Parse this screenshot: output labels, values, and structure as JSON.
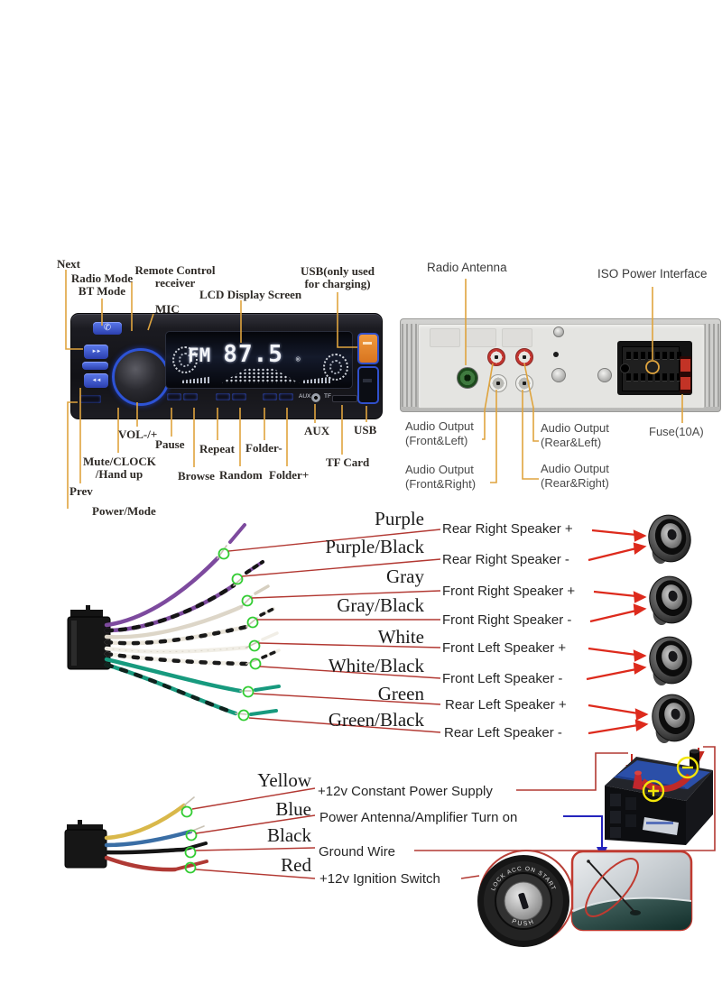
{
  "palette": {
    "leader_tan": "#DFA43E",
    "leader_red": "#B23832",
    "arrow_red": "#DD2A1C",
    "antenna_line_blue": "#2424BD",
    "tip_circle_green": "#33CC33",
    "wire_purple": "#7D4A9E",
    "wire_gray": "#DDD6C8",
    "wire_white": "#F1EEE6",
    "wire_green": "#179A7E",
    "wire_yellow": "#D9B84A",
    "wire_blue": "#3A6EA5",
    "wire_black": "#151515",
    "wire_red": "#B03A35",
    "usb_orange": "#E8872A",
    "button_blue": "#3D5BD6"
  },
  "front_panel": {
    "display": {
      "band": "FM",
      "frequency": "87.5",
      "reg": "®"
    },
    "markings": {
      "aux": "AUX",
      "tf": "TF"
    },
    "labels": {
      "next": "Next",
      "radio_mode_1": "Radio Mode",
      "radio_mode_2": "BT Mode",
      "remote_1": "Remote Control",
      "remote_2": "receiver",
      "lcd": "LCD Display Screen",
      "mic": "MIC",
      "usb_charging_1": "USB(only used",
      "usb_charging_2": "for charging)",
      "vol": "VOL-/+",
      "pause": "Pause",
      "repeat": "Repeat",
      "folder_minus": "Folder-",
      "aux": "AUX",
      "usb": "USB",
      "mute_1": "Mute/CLOCK",
      "mute_2": "/Hand up",
      "browse": "Browse",
      "random": "Random",
      "folder_plus": "Folder+",
      "tf_card": "TF Card",
      "prev": "Prev",
      "power_mode": "Power/Mode"
    }
  },
  "rear_panel": {
    "labels": {
      "radio_antenna": "Radio Antenna",
      "iso_power": "ISO Power Interface",
      "fuse": "Fuse(10A)",
      "audio_fl_1": "Audio Output",
      "audio_fl_2": "(Front&Left)",
      "audio_rl_1": "Audio Output",
      "audio_rl_2": "(Rear&Left)",
      "audio_fr_1": "Audio Output",
      "audio_fr_2": "(Front&Right)",
      "audio_rr_1": "Audio Output",
      "audio_rr_2": "(Rear&Right)"
    }
  },
  "speaker_wiring": {
    "rows": [
      {
        "wire": "Purple",
        "function": "Rear Right Speaker +"
      },
      {
        "wire": "Purple/Black",
        "function": "Rear Right Speaker -"
      },
      {
        "wire": "Gray",
        "function": "Front Right Speaker +"
      },
      {
        "wire": "Gray/Black",
        "function": "Front Right Speaker -"
      },
      {
        "wire": "White",
        "function": "Front Left Speaker +"
      },
      {
        "wire": "White/Black",
        "function": "Front Left Speaker -"
      },
      {
        "wire": "Green",
        "function": "Rear Left Speaker +"
      },
      {
        "wire": "Green/Black",
        "function": "Rear Left Speaker -"
      }
    ]
  },
  "power_wiring": {
    "rows": [
      {
        "wire": "Yellow",
        "function": "+12v Constant Power Supply"
      },
      {
        "wire": "Blue",
        "function": "Power Antenna/Amplifier Turn on"
      },
      {
        "wire": "Black",
        "function": "Ground Wire"
      },
      {
        "wire": "Red",
        "function": "+12v Ignition Switch"
      }
    ]
  },
  "ignition_switch": {
    "ring_text": "LOCK   ACC ON   START",
    "push": "PUSH"
  }
}
